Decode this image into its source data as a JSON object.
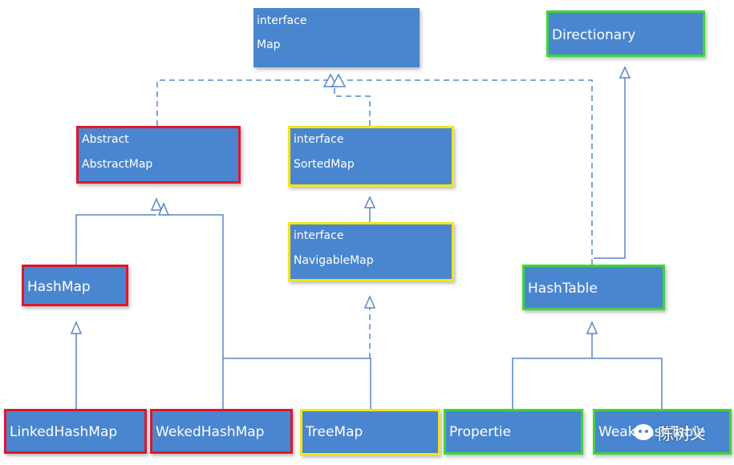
{
  "nodes": {
    "map": {
      "line1": "interface",
      "line2": "Map"
    },
    "dictionary": {
      "label": "Directionary"
    },
    "abstract_map": {
      "line1": "Abstract",
      "line2": "AbstractMap"
    },
    "sorted_map": {
      "line1": "interface",
      "line2": "SortedMap"
    },
    "navigable_map": {
      "line1": "interface",
      "line2": "NavigableMap"
    },
    "hash_map": {
      "label": "HashMap"
    },
    "hash_table": {
      "label": "HashTable"
    },
    "linked_hash_map": {
      "label": "LinkedHashMap"
    },
    "weak_hash_map": {
      "label": "WekedHashMap"
    },
    "tree_map": {
      "label": "TreeMap"
    },
    "properties": {
      "label": "Propertie"
    },
    "weak_hashtable": {
      "label": "WeakHashTable"
    }
  },
  "watermark": {
    "text": "陈树义"
  },
  "edges": [
    {
      "from": "abstract_map",
      "to": "map",
      "style": "dashed"
    },
    {
      "from": "sorted_map",
      "to": "map",
      "style": "dashed"
    },
    {
      "from": "hash_table",
      "to": "map",
      "style": "dashed"
    },
    {
      "from": "hash_table",
      "to": "dictionary",
      "style": "solid"
    },
    {
      "from": "hash_map",
      "to": "abstract_map",
      "style": "solid"
    },
    {
      "from": "weak_hash_map",
      "to": "abstract_map",
      "style": "solid"
    },
    {
      "from": "tree_map",
      "to": "abstract_map",
      "style": "solid"
    },
    {
      "from": "navigable_map",
      "to": "sorted_map",
      "style": "solid"
    },
    {
      "from": "tree_map",
      "to": "navigable_map",
      "style": "dashed"
    },
    {
      "from": "linked_hash_map",
      "to": "hash_map",
      "style": "solid"
    },
    {
      "from": "properties",
      "to": "hash_table",
      "style": "solid"
    },
    {
      "from": "weak_hashtable",
      "to": "hash_table",
      "style": "solid"
    }
  ]
}
